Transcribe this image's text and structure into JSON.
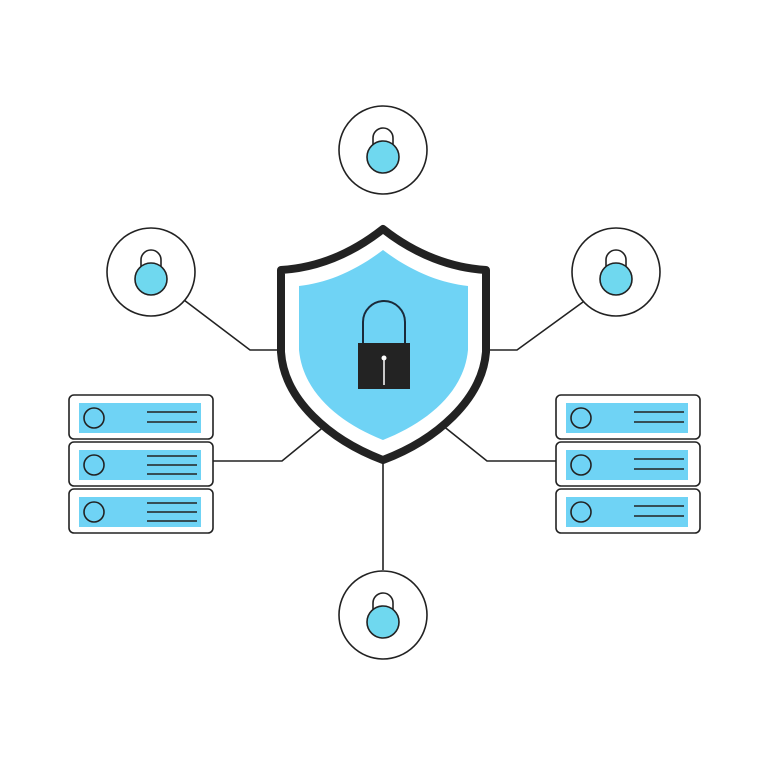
{
  "colors": {
    "background": "#ffffff",
    "stroke": "#222222",
    "accent_blue": "#6fd3f5",
    "lock_fill": "#6fd8ef",
    "shield_inner": "#ffffff"
  },
  "center": {
    "icon": "shield-with-padlock-icon"
  },
  "nodes": [
    {
      "id": "top",
      "icon": "padlock-icon"
    },
    {
      "id": "left",
      "icon": "padlock-icon"
    },
    {
      "id": "right",
      "icon": "padlock-icon"
    },
    {
      "id": "bottom",
      "icon": "padlock-icon"
    }
  ],
  "server_stacks": [
    {
      "side": "left",
      "icon": "server-stack-icon",
      "units": 3
    },
    {
      "side": "right",
      "icon": "server-stack-icon",
      "units": 3
    }
  ]
}
